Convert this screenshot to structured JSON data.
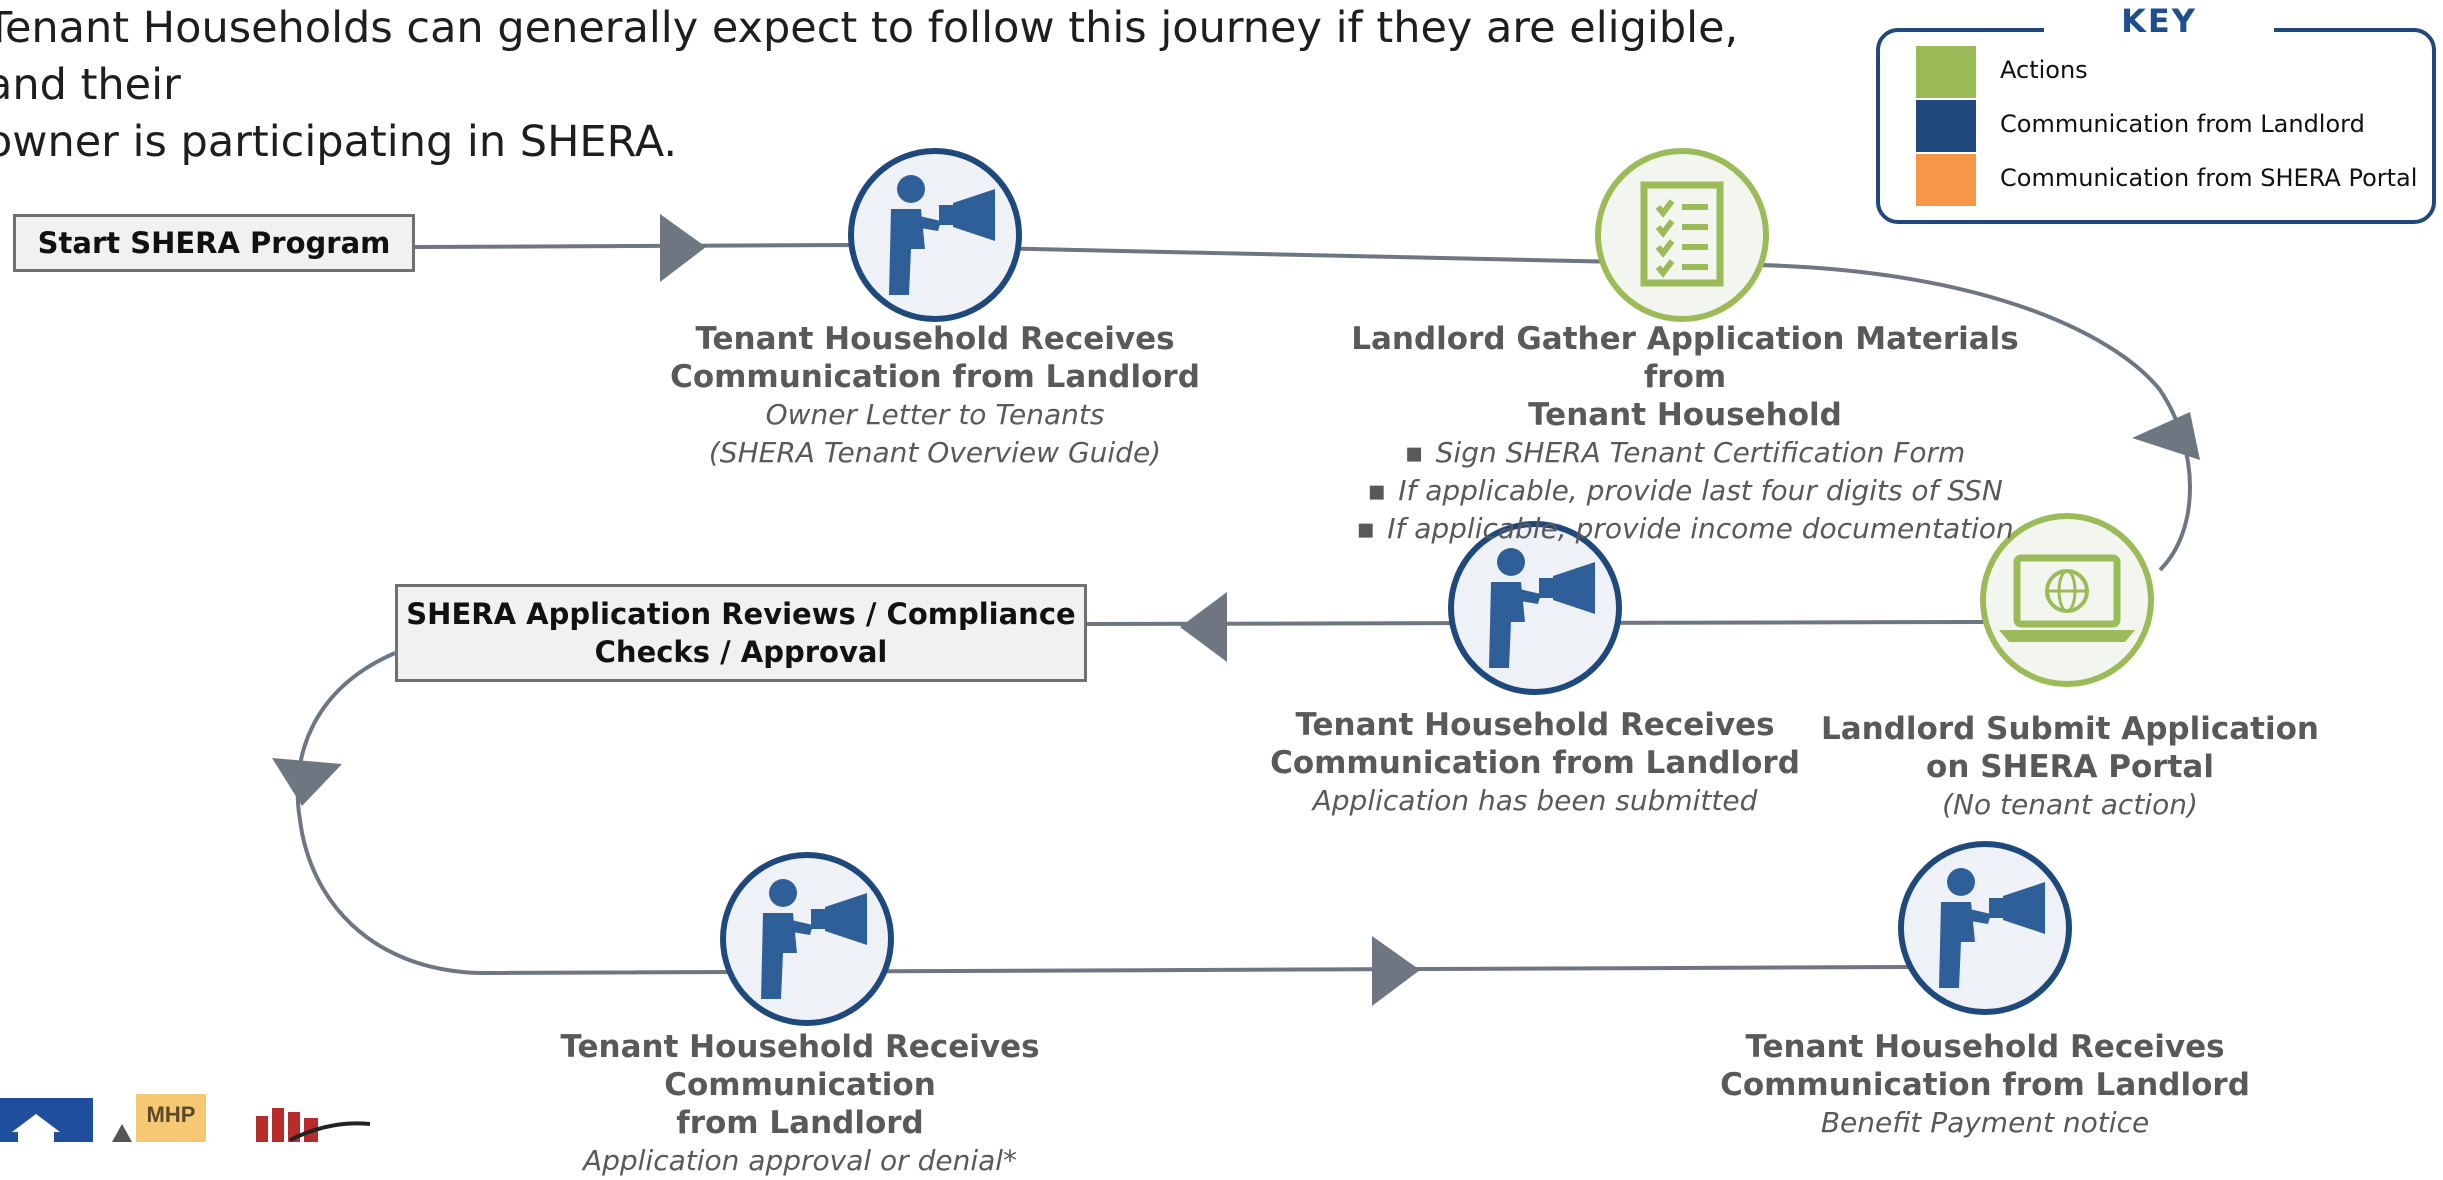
{
  "intro": {
    "line1": "Tenant Households can generally expect to follow this journey if they are eligible, and their",
    "line2": "owner is participating in SHERA."
  },
  "key": {
    "title": "KEY",
    "items": [
      {
        "label": "Actions",
        "color": "#9bbb59"
      },
      {
        "label": "Communication from Landlord",
        "color": "#1f497d"
      },
      {
        "label": "Communication from SHERA Portal",
        "color": "#f79646"
      }
    ]
  },
  "colors": {
    "path": "#6e7681",
    "navy": "#1f497d",
    "green": "#9bbb59",
    "orange": "#f79646",
    "icon_bg": "#eef2f6"
  },
  "start_box": "Start SHERA Program",
  "review_box": {
    "line1": "SHERA Application Reviews / Compliance",
    "line2": "Checks / Approval"
  },
  "steps": [
    {
      "icon": "megaphone-person-icon",
      "title1": "Tenant Household Receives",
      "title2": "Communication from Landlord",
      "sub1": "Owner Letter to Tenants",
      "sub2": "(SHERA Tenant Overview Guide)"
    },
    {
      "icon": "checklist-icon",
      "title1": "Landlord Gather Application Materials from",
      "title2": "Tenant Household",
      "bullets": [
        "Sign SHERA Tenant Certification Form",
        "If applicable, provide last four digits of SSN",
        "If applicable, provide income documentation"
      ]
    },
    {
      "icon": "laptop-globe-icon",
      "title1": "Landlord Submit Application",
      "title2": "on SHERA Portal",
      "sub1": "(No tenant action)"
    },
    {
      "icon": "megaphone-person-icon",
      "title1": "Tenant Household Receives",
      "title2": "Communication from Landlord",
      "sub1": "Application has been submitted"
    },
    {
      "icon": "megaphone-person-icon",
      "title1": "Tenant Household Receives Communication",
      "title2": "from Landlord",
      "sub1": "Application approval or denial*"
    },
    {
      "icon": "megaphone-person-icon",
      "title1": "Tenant Household Receives",
      "title2": "Communication from Landlord",
      "sub1": "Benefit Payment notice"
    }
  ],
  "logos": {
    "mhp": "MHP"
  }
}
